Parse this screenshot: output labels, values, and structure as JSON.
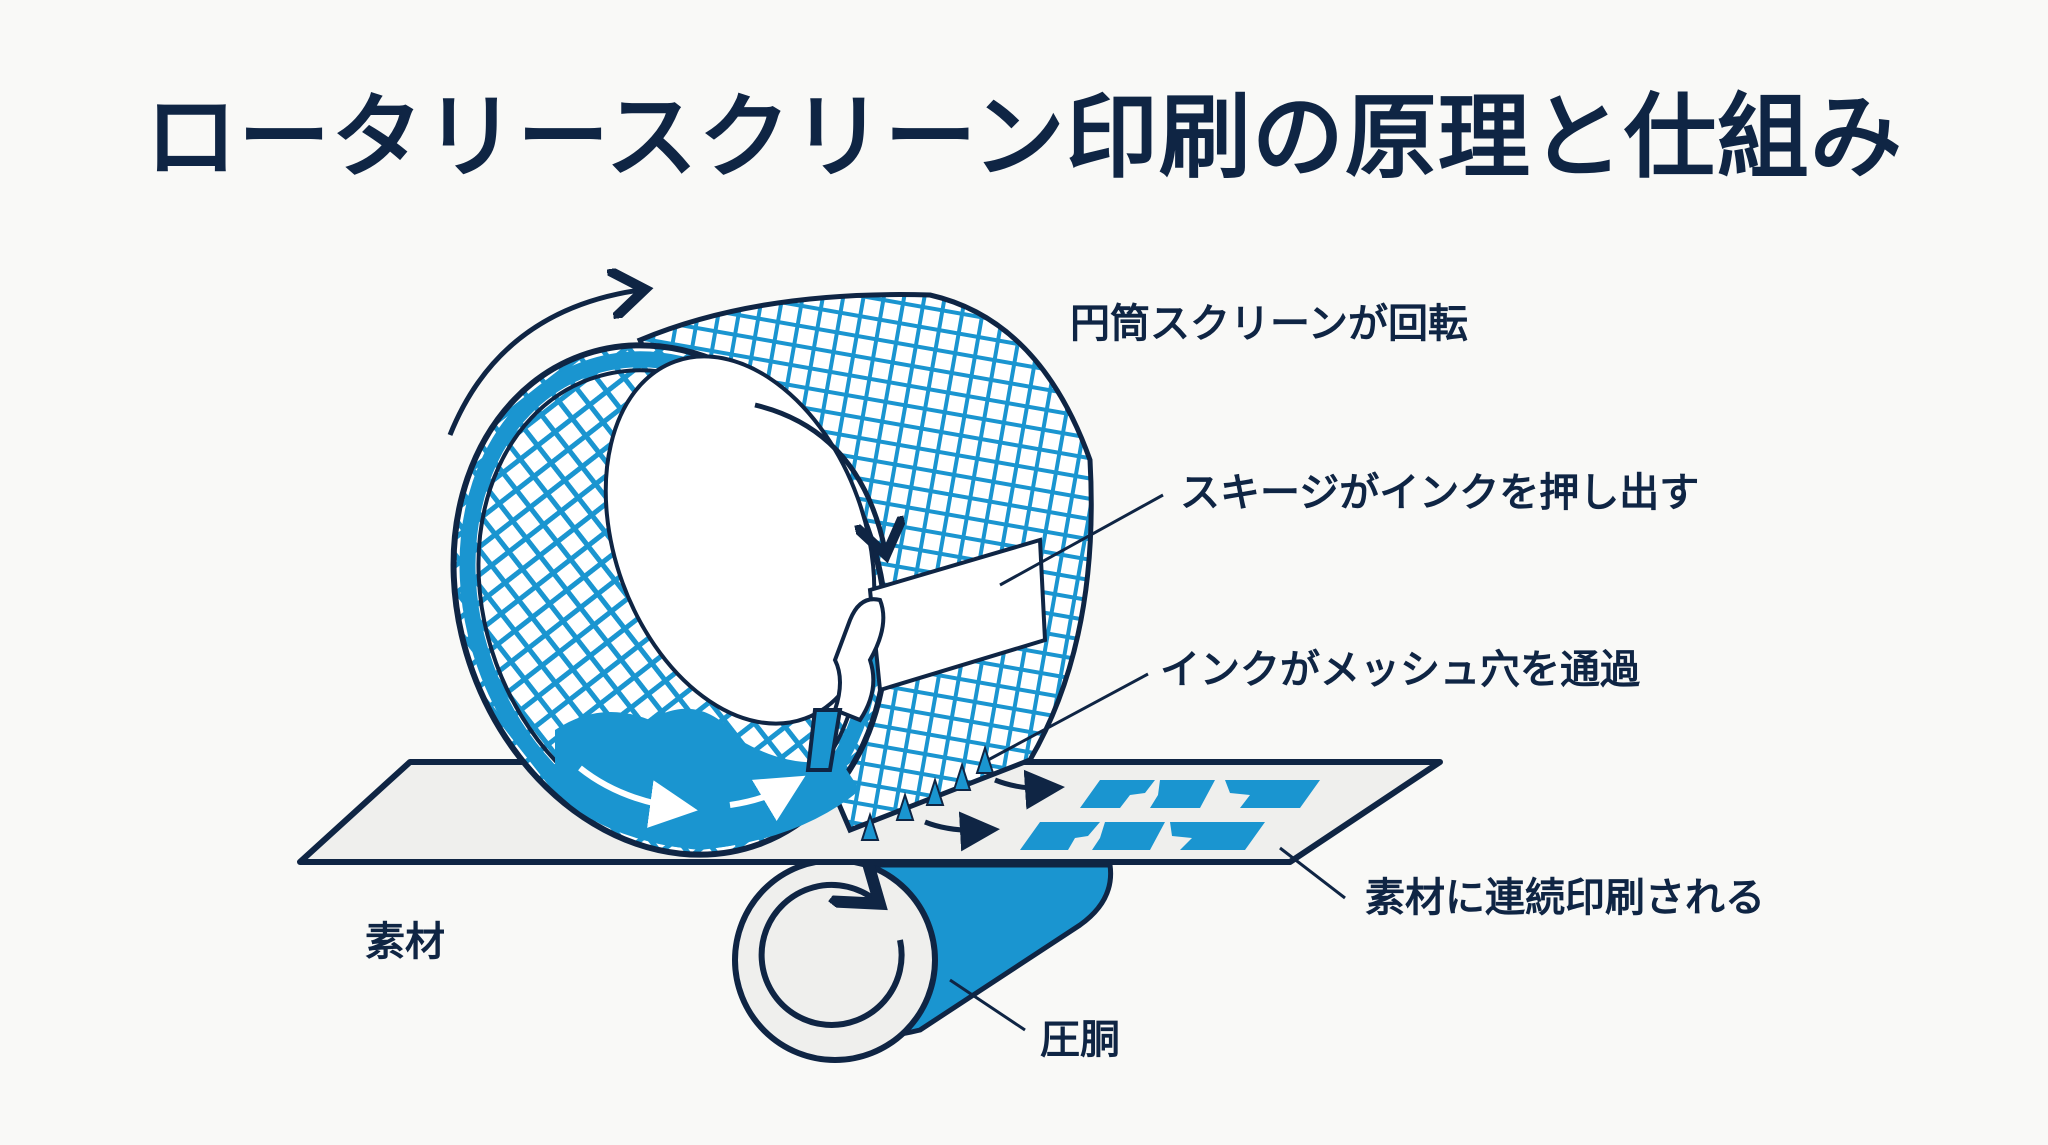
{
  "title": "ロータリースクリーン印刷の原理と仕組み",
  "labels": {
    "screen_rotates": "円筒スクリーンが回転",
    "squeegee_pushes": "スキージがインクを押し出す",
    "ink_passes_mesh": "インクがメッシュ穴を通過",
    "continuous_print": "素材に連続印刷される",
    "substrate": "素材",
    "impression_cylinder": "圧胴"
  },
  "colors": {
    "background": "#f9f9f7",
    "navy": "#0f2544",
    "blue": "#1a95d0",
    "light_blue": "#4fb3e3",
    "substrate_fill": "#efefed"
  }
}
